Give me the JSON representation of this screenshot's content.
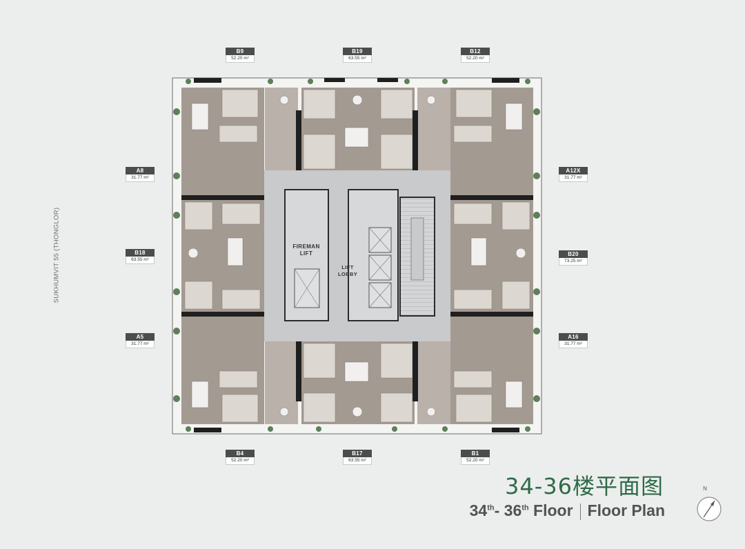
{
  "units": {
    "b9": {
      "code": "B9",
      "area": "52.20 m²"
    },
    "b19": {
      "code": "B19",
      "area": "63.55 m²"
    },
    "b12": {
      "code": "B12",
      "area": "52.20 m²"
    },
    "a8": {
      "code": "A8",
      "area": "31.77 m²"
    },
    "b18": {
      "code": "B18",
      "area": "63.55 m²"
    },
    "a5": {
      "code": "A5",
      "area": "31.77 m²"
    },
    "a12x": {
      "code": "A12X",
      "area": "31.77 m²"
    },
    "b20": {
      "code": "B20",
      "area": "73.25 m²"
    },
    "a16": {
      "code": "A16",
      "area": "31.77 m²"
    },
    "b4": {
      "code": "B4",
      "area": "52.20 m²"
    },
    "b17": {
      "code": "B17",
      "area": "63.55 m²"
    },
    "b1": {
      "code": "B1",
      "area": "52.20 m²"
    }
  },
  "core": {
    "fireman_lift_1": "FIREMAN",
    "fireman_lift_2": "LIFT",
    "lift_lobby_1": "LIFT",
    "lift_lobby_2": "LOBBY"
  },
  "street_label": "SUKHUMVIT 55 (THONGLOR)",
  "title": {
    "chinese": "34-36楼平面图",
    "floor_from": "34",
    "floor_from_sup": "th",
    "dash": "- ",
    "floor_to": "36",
    "floor_to_sup": "th",
    "floor_word": " Floor",
    "plan": "Floor Plan"
  },
  "compass_label": "N",
  "colors": {
    "background": "#eceeed",
    "unit_fill": "#a39a92",
    "unit_light": "#d9d3cc",
    "core": "#c9cacb",
    "wall": "#1f1f1f",
    "title_green": "#2f6b48",
    "tag_dark": "#4a4d4c",
    "plant": "#5e7f5a"
  }
}
